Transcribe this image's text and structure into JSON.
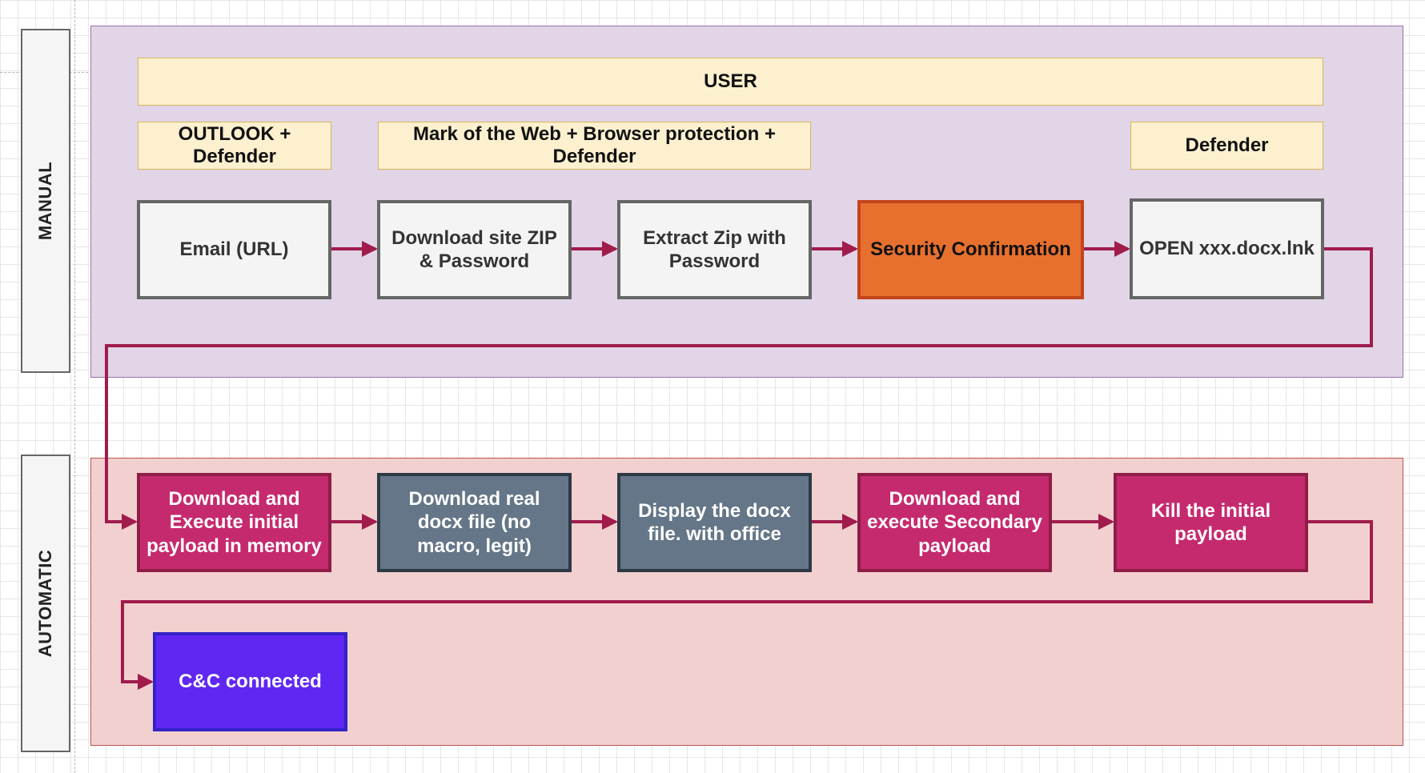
{
  "lanes": {
    "manual_label": "MANUAL",
    "automatic_label": "AUTOMATIC"
  },
  "notes": {
    "user": "USER",
    "outlook": "OUTLOOK + Defender",
    "motw": "Mark of the Web + Browser protection + Defender",
    "defender": "Defender"
  },
  "manual_steps": [
    "Email (URL)",
    "Download site ZIP & Password",
    "Extract Zip with Password",
    "Security Confirmation",
    "OPEN xxx.docx.lnk"
  ],
  "automatic_steps": [
    "Download and Execute initial payload in memory",
    "Download real docx file (no macro, legit)",
    "Display the docx file. with office",
    "Download and execute Secondary payload",
    "Kill the initial payload"
  ],
  "final_step": "C&C connected",
  "colors": {
    "edge": "#a01c4c",
    "manual_lane_fill": "#e1d5e7",
    "automatic_lane_fill": "#f2d0cf",
    "note_fill": "#fcf0cf",
    "security_confirmation": "#e8702e",
    "automatic_pink": "#c62a6e",
    "automatic_slate": "#647687",
    "final_purple": "#6027f2"
  }
}
